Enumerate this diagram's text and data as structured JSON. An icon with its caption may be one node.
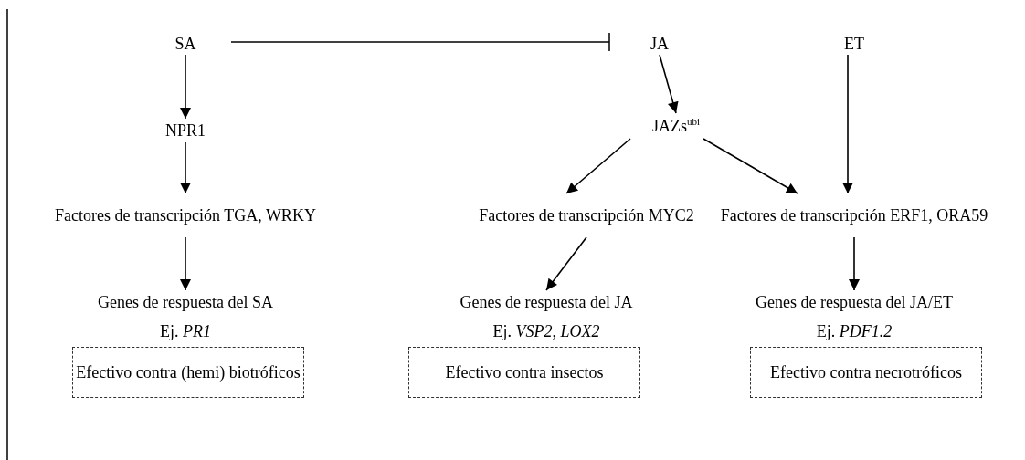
{
  "diagram": {
    "nodes": [
      {
        "text": [
          "SA"
        ]
      },
      {
        "text": [
          "JA"
        ]
      },
      {
        "text": [
          "ET"
        ]
      },
      {
        "text": [
          "NPR1"
        ]
      },
      {
        "text": [
          "JAZs$^{ubi}$"
        ]
      },
      {
        "text": [
          "Factores de transcripción TGA, WRKY"
        ]
      },
      {
        "text": [
          "Factores de transcripción MYC2"
        ]
      },
      {
        "text": [
          "Factores de transcripción ERF1, ORA59"
        ]
      },
      {
        "text": [
          "Genes de respuesta del SA",
          "Ej. *PR1*"
        ]
      },
      {
        "text": [
          "Genes de respuesta del JA",
          "Ej. *VSP2*, *LOX2*"
        ]
      },
      {
        "text": [
          "Genes de respuesta del JA/ET",
          "Ej. *PDF1.2*"
        ]
      },
      {
        "text": [
          "Efectivo contra (hemi) biotróficos"
        ]
      },
      {
        "text": [
          "Efectivo contra insectos"
        ]
      },
      {
        "text": [
          "Efectivo contra necrotróficos"
        ]
      }
    ],
    "edges": [
      {
        "from": 0,
        "to": 1,
        "arrow": "other"
      },
      {
        "from": 0,
        "to": 3,
        "arrow": "to"
      },
      {
        "from": 3,
        "to": 5,
        "arrow": "to"
      },
      {
        "from": 1,
        "to": 4,
        "arrow": "to"
      },
      {
        "from": 4,
        "to": 6,
        "arrow": "to"
      },
      {
        "from": 4,
        "to": 7,
        "arrow": "to"
      },
      {
        "from": 2,
        "to": 7,
        "arrow": "to"
      },
      {
        "from": 5,
        "to": 8,
        "arrow": "to"
      },
      {
        "from": 6,
        "to": 9,
        "arrow": "to"
      },
      {
        "from": 7,
        "to": 10,
        "arrow": "to"
      }
    ]
  }
}
